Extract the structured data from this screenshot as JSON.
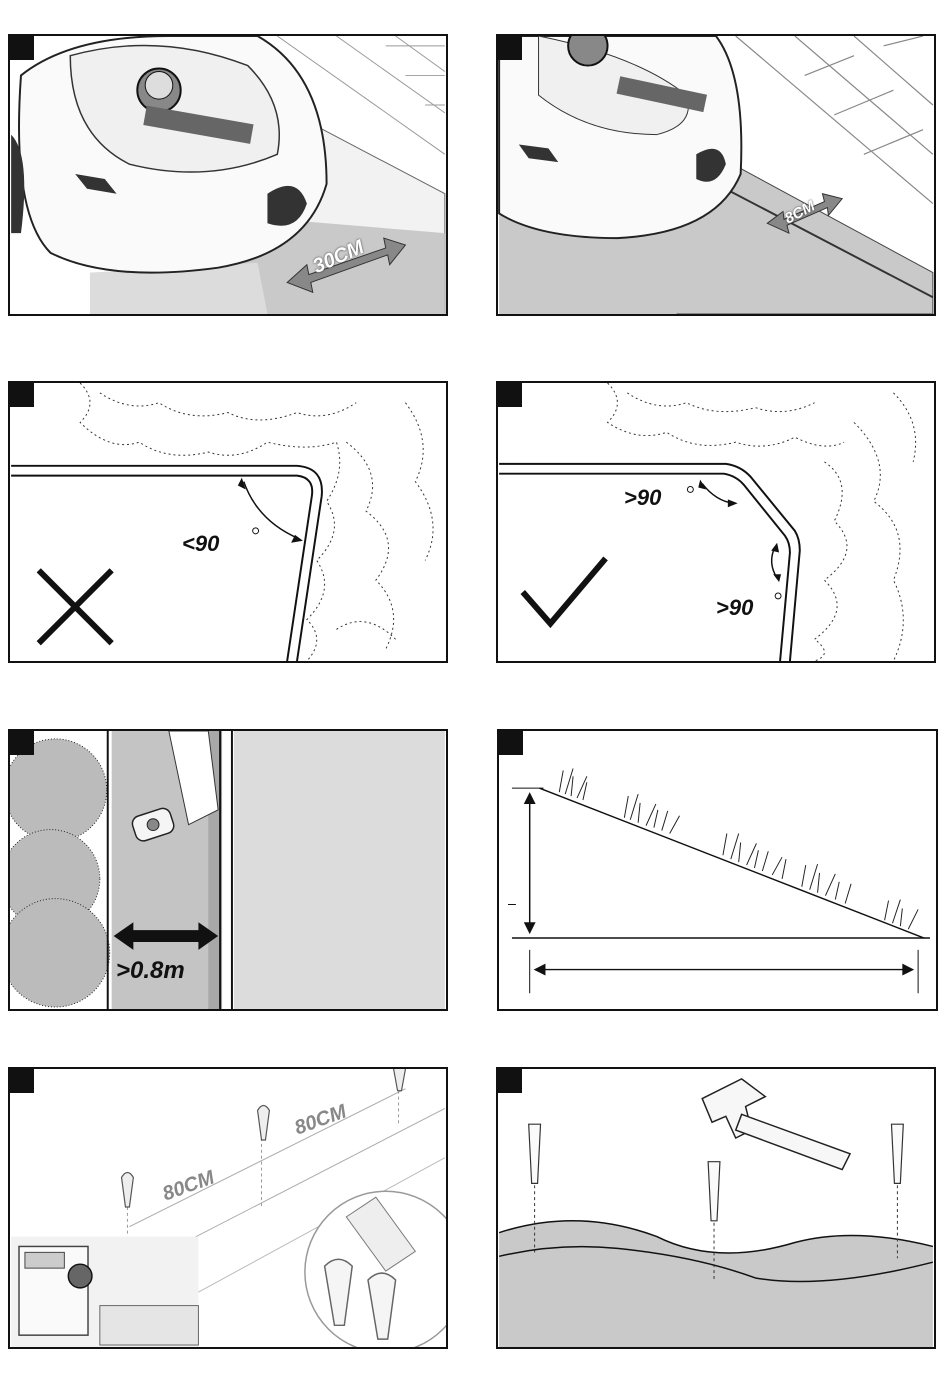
{
  "panels": {
    "p1": {
      "distance": "30CM"
    },
    "p2": {
      "distance": "8CM"
    },
    "p3": {
      "angle": "<90",
      "verdict_icon": "x-icon"
    },
    "p4": {
      "angle_top": ">90",
      "angle_bottom": ">90",
      "verdict_icon": "check-icon"
    },
    "p5": {
      "width": ">0.8m"
    },
    "p6": {},
    "p7": {
      "spacing_left": "80CM",
      "spacing_right": "80CM"
    },
    "p8": {}
  },
  "colors": {
    "ink": "#111111",
    "gray_fill": "#c9c9c9",
    "light_gray": "#dcdcdc"
  }
}
